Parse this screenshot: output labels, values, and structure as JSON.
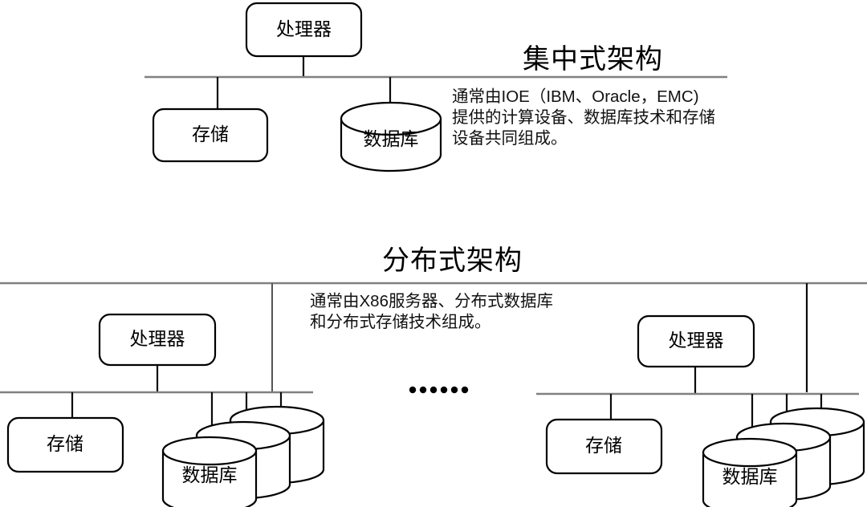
{
  "figure": {
    "kind": "architecture-comparison-diagram",
    "background": "#ffffff",
    "line_color": "#000000",
    "bus_color": "#808080"
  },
  "centralized": {
    "title": "集中式架构",
    "description": "通常由IOE（IBM、Oracle，EMC)\n提供的计算设备、数据库技术和存储\n设备共同组成。",
    "nodes": {
      "processor": "处理器",
      "storage": "存储",
      "database": "数据库"
    }
  },
  "distributed": {
    "title": "分布式架构",
    "description": "通常由X86服务器、分布式数据库\n和分布式存储技术组成。",
    "ellipsis": "……",
    "left_cluster": {
      "processor": "处理器",
      "storage": "存储",
      "database": "数据库"
    },
    "right_cluster": {
      "processor": "处理器",
      "storage": "存储",
      "database": "数据库"
    }
  }
}
